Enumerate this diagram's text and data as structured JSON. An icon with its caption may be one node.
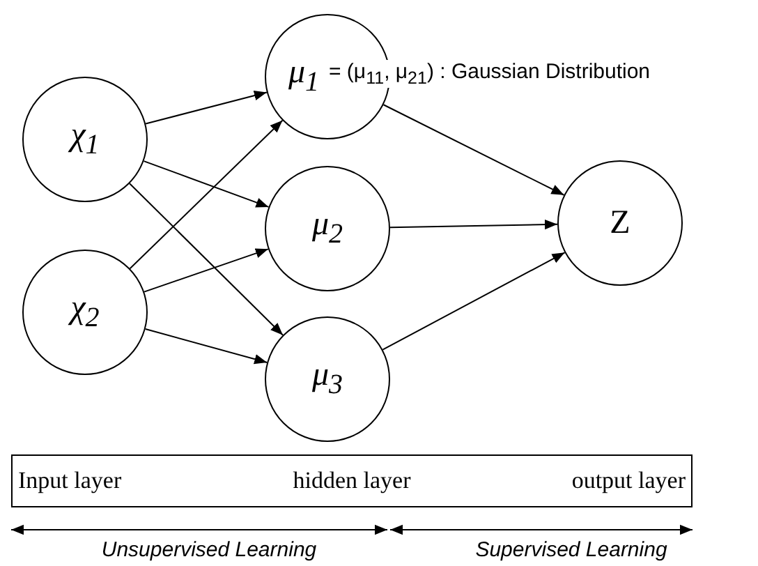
{
  "diagram": {
    "nodes": [
      {
        "text": [
          "χ$_{1}$"
        ]
      },
      {
        "text": [
          "χ$_{2}$"
        ]
      },
      {
        "text": [
          "μ$_{1}$"
        ],
        "beside": [
          "= (μ$_{11}$, μ$_{21}$) : Gaussian Distribution"
        ]
      },
      {
        "text": [
          "μ$_{2}$"
        ]
      },
      {
        "text": [
          "μ$_{3}$"
        ]
      },
      {
        "text": [
          "Z"
        ]
      },
      {
        "text": [
          "Input layer",
          "hidden layer",
          "output layer"
        ]
      }
    ],
    "edges": [
      {
        "from": 0,
        "to": 2,
        "arrow": "to"
      },
      {
        "from": 0,
        "to": 3,
        "arrow": "to"
      },
      {
        "from": 0,
        "to": 4,
        "arrow": "to"
      },
      {
        "from": 1,
        "to": 2,
        "arrow": "to"
      },
      {
        "from": 1,
        "to": 3,
        "arrow": "to"
      },
      {
        "from": 1,
        "to": 4,
        "arrow": "to"
      },
      {
        "from": 2,
        "to": 5,
        "arrow": "to"
      },
      {
        "from": 3,
        "to": 5,
        "arrow": "to"
      },
      {
        "from": 4,
        "to": 5,
        "arrow": "to"
      }
    ],
    "labels": [
      "Unsupervised Learning",
      "Supervised Learning"
    ]
  }
}
